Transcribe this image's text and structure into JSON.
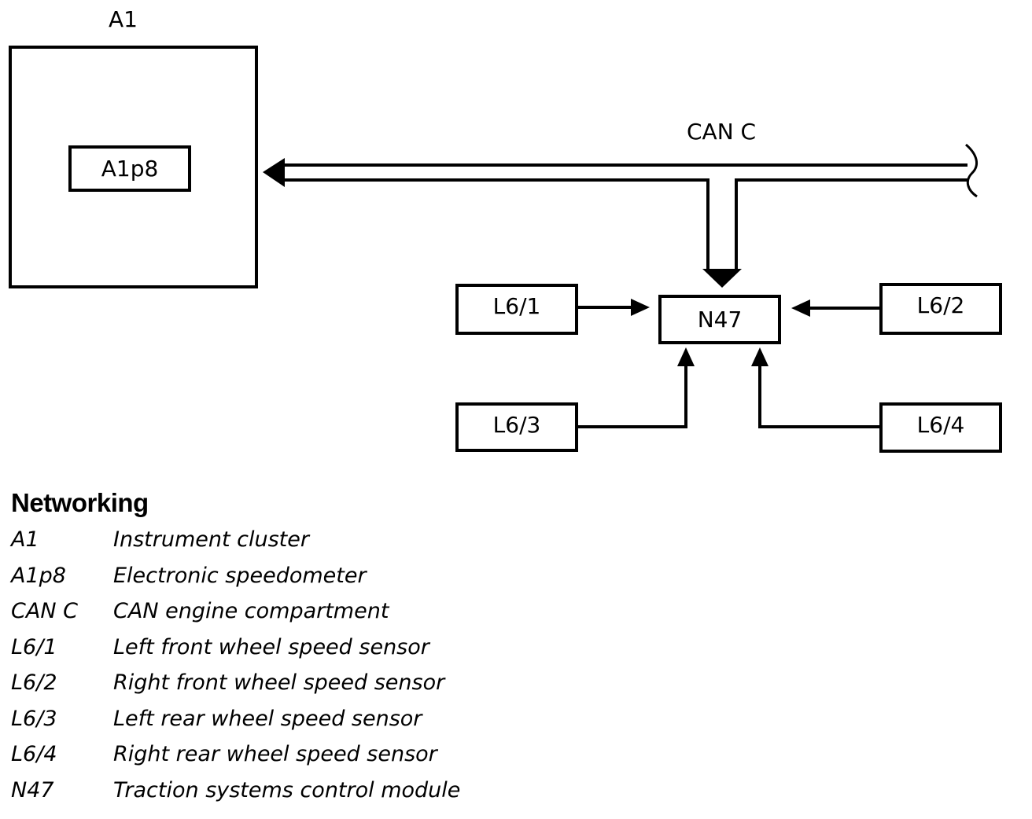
{
  "diagram": {
    "labels": {
      "a1_outer": "A1",
      "a1p8": "A1p8",
      "can_c": "CAN C",
      "n47": "N47",
      "l6_1": "L6/1",
      "l6_2": "L6/2",
      "l6_3": "L6/3",
      "l6_4": "L6/4"
    }
  },
  "legend": {
    "title": "Networking",
    "items": [
      {
        "code": "A1",
        "description": "Instrument cluster"
      },
      {
        "code": "A1p8",
        "description": "Electronic speedometer"
      },
      {
        "code": "CAN C",
        "description": "CAN engine compartment"
      },
      {
        "code": "L6/1",
        "description": "Left front wheel speed sensor"
      },
      {
        "code": "L6/2",
        "description": "Right front wheel speed sensor"
      },
      {
        "code": "L6/3",
        "description": "Left rear wheel speed sensor"
      },
      {
        "code": "L6/4",
        "description": "Right rear wheel speed sensor"
      },
      {
        "code": "N47",
        "description": "Traction systems control module"
      }
    ]
  }
}
